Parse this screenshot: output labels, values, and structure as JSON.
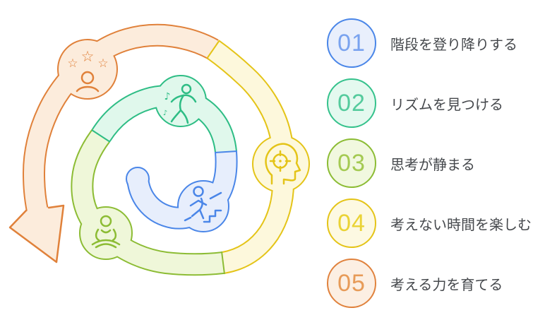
{
  "diagram": {
    "segments": [
      {
        "step": "01",
        "icon": "person-climbing-stairs",
        "stroke": "#4a86e8",
        "fill": "#e7eefc"
      },
      {
        "step": "02",
        "icon": "person-dancing-with-music",
        "stroke": "#2ebd85",
        "fill": "#e0f8ec"
      },
      {
        "step": "03",
        "icon": "person-meditating",
        "stroke": "#8cbc34",
        "fill": "#eff7d9"
      },
      {
        "step": "04",
        "icon": "head-with-target",
        "stroke": "#e4c418",
        "fill": "#fdf8dc"
      },
      {
        "step": "05",
        "icon": "person-with-stars",
        "stroke": "#e0813a",
        "fill": "#fcecdc"
      }
    ],
    "glyphs": {
      "star": "☆",
      "note_large": "♪",
      "note_small": "♪"
    }
  },
  "list": {
    "label_color": "#45484c",
    "items": [
      {
        "number": "01",
        "label": "階段を登り降りする",
        "border": "#4a86e8",
        "bg": "#e9effc",
        "num_color": "#7aa3ef"
      },
      {
        "number": "02",
        "label": "リズムを見つける",
        "border": "#35c28c",
        "bg": "#e4f9ef",
        "num_color": "#55cb9d"
      },
      {
        "number": "03",
        "label": "思考が静まる",
        "border": "#8cbc34",
        "bg": "#f1f8df",
        "num_color": "#a4ca52"
      },
      {
        "number": "04",
        "label": "考えない時間を楽しむ",
        "border": "#e4c418",
        "bg": "#fdf9e2",
        "num_color": "#ead335"
      },
      {
        "number": "05",
        "label": "考える力を育てる",
        "border": "#e0823d",
        "bg": "#fcefe3",
        "num_color": "#e79b58"
      }
    ]
  }
}
